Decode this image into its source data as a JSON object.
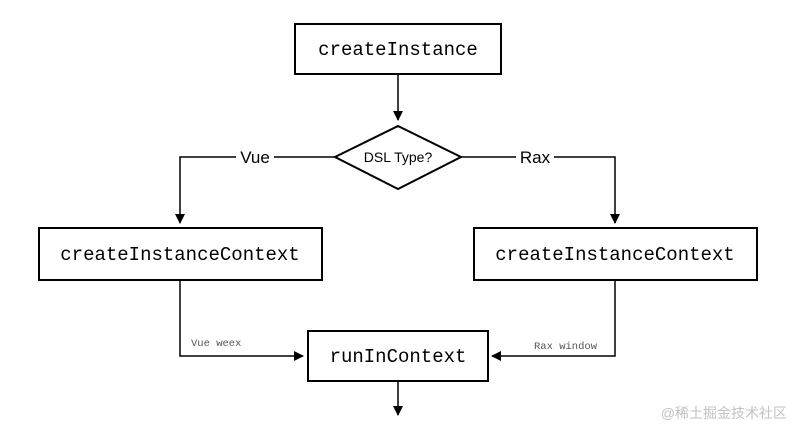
{
  "nodes": {
    "create_instance": "createInstance",
    "dsl_type": "DSL Type?",
    "context_left": "createInstanceContext",
    "context_right": "createInstanceContext",
    "run_in_context": "runInContext"
  },
  "edges": {
    "vue": "Vue",
    "rax": "Rax",
    "vue_weex": "Vue weex",
    "rax_window": "Rax window"
  },
  "watermark": "@稀土掘金技术社区",
  "colors": {
    "stroke": "#000000",
    "small_label": "#555555",
    "watermark": "#c2c2c2"
  }
}
